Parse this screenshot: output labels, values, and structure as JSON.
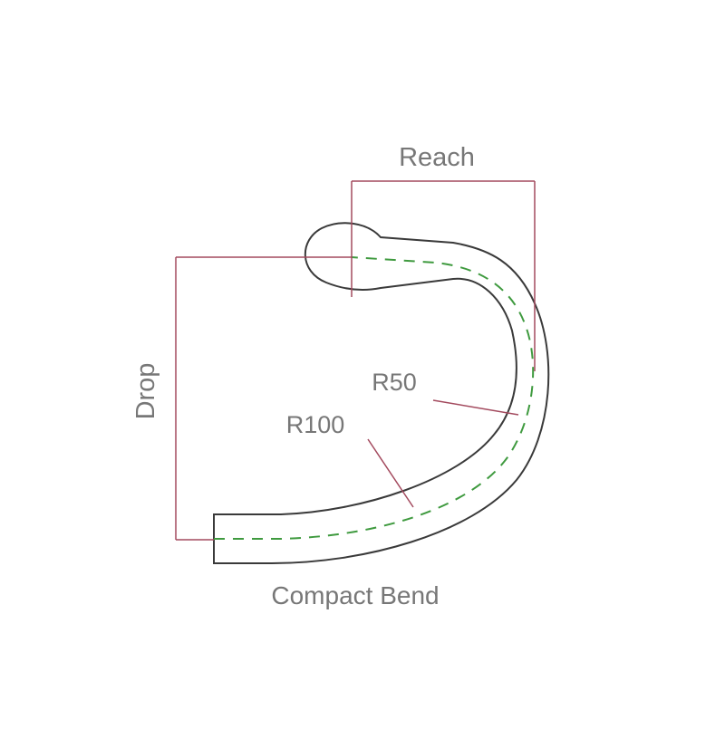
{
  "diagram": {
    "reach_label": "Reach",
    "drop_label": "Drop",
    "r50_label": "R50",
    "r100_label": "R100",
    "caption": "Compact Bend"
  },
  "colors": {
    "background": "#ffffff",
    "bar_outline": "#3a3a3a",
    "dimension_line": "#a34a5e",
    "center_line": "#3f9a3f",
    "label_text": "#777777"
  }
}
